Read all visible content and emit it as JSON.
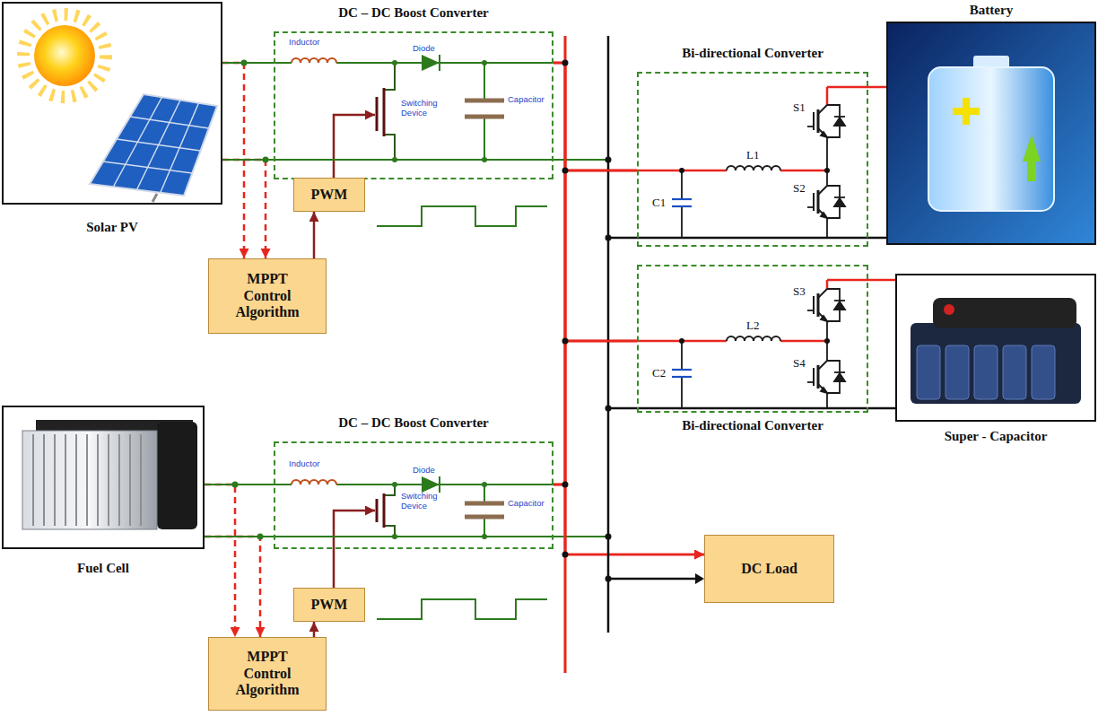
{
  "diagram": {
    "nodes": [
      {
        "text": [
          "Solar PV"
        ]
      },
      {
        "text": [
          "DC – DC Boost Converter"
        ]
      },
      {
        "text": [
          "PWM"
        ]
      },
      {
        "text": [
          "MPPT Control Algorithm"
        ]
      },
      {
        "text": [
          "Bi-directional Converter"
        ]
      },
      {
        "text": [
          "Battery"
        ]
      },
      {
        "text": [
          "Bi-directional Converter"
        ]
      },
      {
        "text": [
          "Super - Capacitor"
        ]
      },
      {
        "text": [
          "Fuel Cell"
        ]
      },
      {
        "text": [
          "DC – DC Boost Converter"
        ]
      },
      {
        "text": [
          "PWM"
        ]
      },
      {
        "text": [
          "MPPT Control Algorithm"
        ]
      },
      {
        "text": [
          "DC Load"
        ]
      }
    ],
    "edges": [
      {
        "from": 0,
        "to": 1,
        "arrow": "none"
      },
      {
        "from": 0,
        "to": 3,
        "arrow": "to"
      },
      {
        "from": 0,
        "to": 3,
        "arrow": "to"
      },
      {
        "from": 3,
        "to": 2,
        "arrow": "to"
      },
      {
        "from": 2,
        "to": 1,
        "arrow": "to"
      },
      {
        "from": 4,
        "to": 5,
        "arrow": "none"
      },
      {
        "from": 6,
        "to": 7,
        "arrow": "none"
      },
      {
        "from": 8,
        "to": 9,
        "arrow": "none"
      },
      {
        "from": 8,
        "to": 11,
        "arrow": "to"
      },
      {
        "from": 8,
        "to": 11,
        "arrow": "to"
      },
      {
        "from": 11,
        "to": 10,
        "arrow": "to"
      },
      {
        "from": 10,
        "to": 9,
        "arrow": "to"
      },
      {
        "from": 1,
        "to": 12,
        "arrow": "to"
      },
      {
        "from": 9,
        "to": 12,
        "arrow": "to"
      },
      {
        "from": 1,
        "to": 4,
        "arrow": "none"
      },
      {
        "from": 9,
        "to": 4,
        "arrow": "none"
      },
      {
        "from": 1,
        "to": 6,
        "arrow": "none"
      },
      {
        "from": 9,
        "to": 6,
        "arrow": "none"
      }
    ],
    "labels": [
      "Inductor",
      "Diode",
      "Switching Device",
      "Capacitor",
      "C1",
      "L1",
      "S1",
      "S2",
      "C2",
      "L2",
      "S3",
      "S4",
      "Inductor",
      "Diode",
      "Switching Device",
      "Capacitor"
    ]
  }
}
